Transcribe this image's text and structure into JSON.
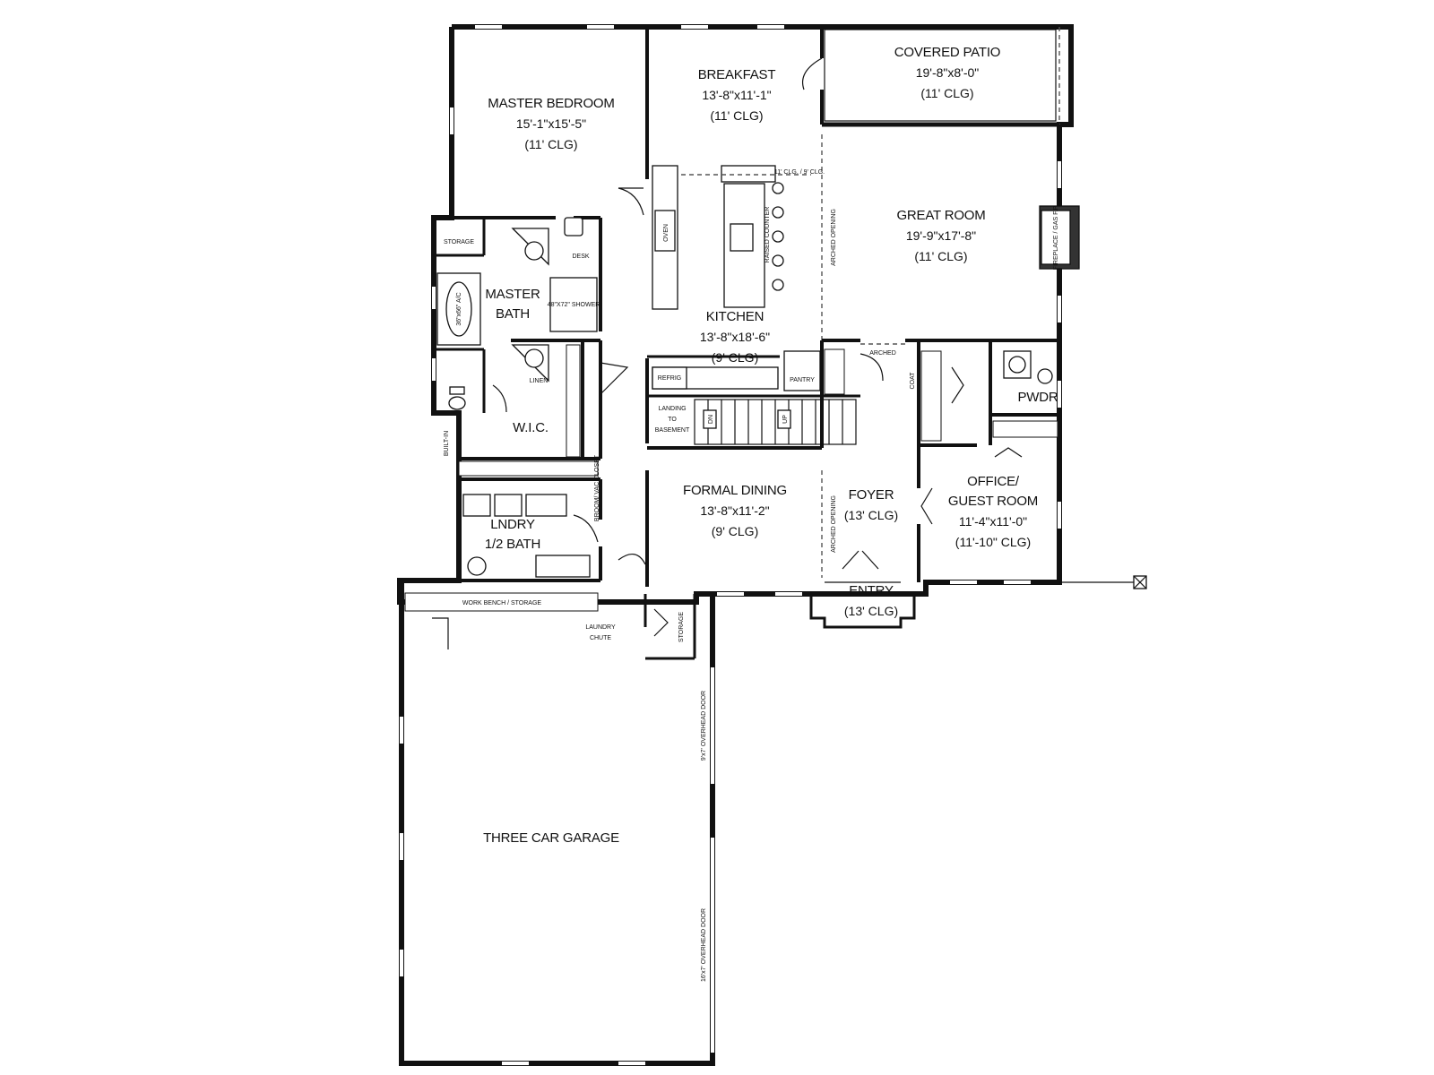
{
  "rooms": {
    "master_bedroom": {
      "name": "MASTER BEDROOM",
      "dims": "15'-1\"x15'-5\"",
      "clg": "(11' CLG)"
    },
    "breakfast": {
      "name": "BREAKFAST",
      "dims": "13'-8\"x11'-1\"",
      "clg": "(11' CLG)"
    },
    "covered_patio": {
      "name": "COVERED PATIO",
      "dims": "19'-8\"x8'-0\"",
      "clg": "(11' CLG)"
    },
    "great_room": {
      "name": "GREAT ROOM",
      "dims": "19'-9\"x17'-8\"",
      "clg": "(11' CLG)"
    },
    "kitchen": {
      "name": "KITCHEN",
      "dims": "13'-8\"x18'-6\"",
      "clg": "(9' CLG)"
    },
    "master_bath": {
      "name_line1": "MASTER",
      "name_line2": "BATH"
    },
    "wic": {
      "name": "W.I.C."
    },
    "pwdr": {
      "name": "PWDR"
    },
    "formal_dining": {
      "name": "FORMAL DINING",
      "dims": "13'-8\"x11'-2\"",
      "clg": "(9' CLG)"
    },
    "foyer": {
      "name": "FOYER",
      "clg": "(13' CLG)"
    },
    "office": {
      "name_line1": "OFFICE/",
      "name_line2": "GUEST ROOM",
      "dims": "11'-4\"x11'-0\"",
      "clg": "(11'-10\" CLG)"
    },
    "lndry": {
      "name_line1": "LNDRY",
      "name_line2": "1/2 BATH"
    },
    "entry": {
      "name": "ENTRY",
      "clg": "(13' CLG)"
    },
    "garage": {
      "name": "THREE CAR GARAGE"
    }
  },
  "labels": {
    "storage_bath": "STORAGE",
    "desk": "DESK",
    "shower": "48\"X72\" SHOWER",
    "tub": "36\"x66\" A/C",
    "raised_counter": "RAISED COUNTER",
    "refrig": "REFRIG",
    "pantry": "PANTRY",
    "landing_1": "LANDING",
    "landing_2": "TO",
    "landing_3": "BASEMENT",
    "up": "UP",
    "dn": "DN",
    "arched_1": "ARCHED OPENING",
    "arched_2": "ARCHED OPENING",
    "arched_3": "ARCHED",
    "built_in": "BUILT-IN",
    "linen": "LINEN",
    "broom": "BROOM/ VAC CLOSET",
    "work_bench": "WORK BENCH / STORAGE",
    "laundry_1": "LAUNDRY",
    "laundry_2": "CHUTE",
    "storage_garage": "STORAGE",
    "overhead_1": "9'x7' OVERHEAD DOOR",
    "overhead_2": "16'x7' OVERHEAD DOOR",
    "oven": "OVEN",
    "soffit": "11' CLG. / 9' CLG.",
    "fireplace": "FIREPLACE / GAS F.P.",
    "coat": "COAT"
  }
}
